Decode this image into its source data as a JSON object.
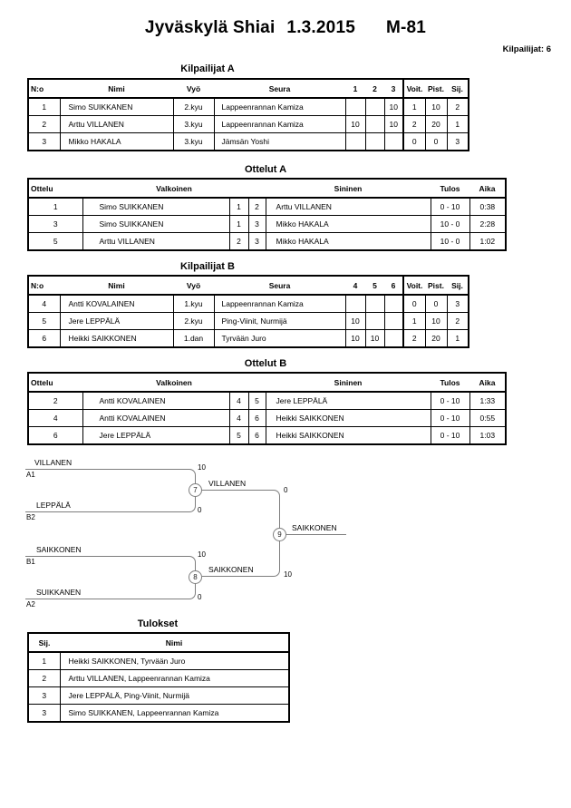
{
  "page": {
    "title_event": "Jyväskylä Shiai",
    "title_date": "1.3.2015",
    "title_category": "M-81",
    "competitors_label": "Kilpailijat: 6"
  },
  "pool_a": {
    "title": "Kilpailijat A",
    "headers": {
      "no": "N:o",
      "name": "Nimi",
      "belt": "Vyö",
      "club": "Seura",
      "r1": "1",
      "r2": "2",
      "r3": "3",
      "wins": "Voit.",
      "points": "Pist.",
      "place": "Sij."
    },
    "rows": [
      {
        "no": "1",
        "name": "Simo SUIKKANEN",
        "belt": "2.kyu",
        "club": "Lappeenrannan Kamiza",
        "r1": "",
        "r2": "",
        "r3": "10",
        "wins": "1",
        "points": "10",
        "place": "2"
      },
      {
        "no": "2",
        "name": "Arttu VILLANEN",
        "belt": "3.kyu",
        "club": "Lappeenrannan Kamiza",
        "r1": "10",
        "r2": "",
        "r3": "10",
        "wins": "2",
        "points": "20",
        "place": "1"
      },
      {
        "no": "3",
        "name": "Mikko HAKALA",
        "belt": "3.kyu",
        "club": "Jämsän Yoshi",
        "r1": "",
        "r2": "",
        "r3": "",
        "wins": "0",
        "points": "0",
        "place": "3"
      }
    ]
  },
  "matches_a": {
    "title": "Ottelut A",
    "headers": {
      "match": "Ottelu",
      "white": "Valkoinen",
      "blue": "Sininen",
      "result": "Tulos",
      "time": "Aika"
    },
    "rows": [
      {
        "match": "1",
        "white": "Simo SUIKKANEN",
        "wno": "1",
        "bno": "2",
        "blue": "Arttu VILLANEN",
        "result": "0 - 10",
        "time": "0:38"
      },
      {
        "match": "3",
        "white": "Simo SUIKKANEN",
        "wno": "1",
        "bno": "3",
        "blue": "Mikko HAKALA",
        "result": "10 - 0",
        "time": "2:28"
      },
      {
        "match": "5",
        "white": "Arttu VILLANEN",
        "wno": "2",
        "bno": "3",
        "blue": "Mikko HAKALA",
        "result": "10 - 0",
        "time": "1:02"
      }
    ]
  },
  "pool_b": {
    "title": "Kilpailijat B",
    "headers": {
      "no": "N:o",
      "name": "Nimi",
      "belt": "Vyö",
      "club": "Seura",
      "r1": "4",
      "r2": "5",
      "r3": "6",
      "wins": "Voit.",
      "points": "Pist.",
      "place": "Sij."
    },
    "rows": [
      {
        "no": "4",
        "name": "Antti KOVALAINEN",
        "belt": "1.kyu",
        "club": "Lappeenrannan Kamiza",
        "r1": "",
        "r2": "",
        "r3": "",
        "wins": "0",
        "points": "0",
        "place": "3"
      },
      {
        "no": "5",
        "name": "Jere LEPPÄLÄ",
        "belt": "2.kyu",
        "club": "Ping-Viinit, Nurmijä",
        "r1": "10",
        "r2": "",
        "r3": "",
        "wins": "1",
        "points": "10",
        "place": "2"
      },
      {
        "no": "6",
        "name": "Heikki SAIKKONEN",
        "belt": "1.dan",
        "club": "Tyrvään Juro",
        "r1": "10",
        "r2": "10",
        "r3": "",
        "wins": "2",
        "points": "20",
        "place": "1"
      }
    ]
  },
  "matches_b": {
    "title": "Ottelut B",
    "headers": {
      "match": "Ottelu",
      "white": "Valkoinen",
      "blue": "Sininen",
      "result": "Tulos",
      "time": "Aika"
    },
    "rows": [
      {
        "match": "2",
        "white": "Antti KOVALAINEN",
        "wno": "4",
        "bno": "5",
        "blue": "Jere LEPPÄLÄ",
        "result": "0 - 10",
        "time": "1:33"
      },
      {
        "match": "4",
        "white": "Antti KOVALAINEN",
        "wno": "4",
        "bno": "6",
        "blue": "Heikki SAIKKONEN",
        "result": "0 - 10",
        "time": "0:55"
      },
      {
        "match": "6",
        "white": "Jere LEPPÄLÄ",
        "wno": "5",
        "bno": "6",
        "blue": "Heikki SAIKKONEN",
        "result": "0 - 10",
        "time": "1:03"
      }
    ]
  },
  "bracket": {
    "semi1": {
      "match_no": "7",
      "top_name": "VILLANEN",
      "top_seed": "A1",
      "top_score": "10",
      "bottom_name": "LEPPÄLÄ",
      "bottom_seed": "B2",
      "bottom_score": "0",
      "winner": "VILLANEN",
      "winner_score": "0"
    },
    "semi2": {
      "match_no": "8",
      "top_name": "SAIKKONEN",
      "top_seed": "B1",
      "top_score": "10",
      "bottom_name": "SUIKKANEN",
      "bottom_seed": "A2",
      "bottom_score": "0",
      "winner": "SAIKKONEN",
      "winner_score": "10"
    },
    "final": {
      "match_no": "9",
      "winner": "SAIKKONEN"
    }
  },
  "results": {
    "title": "Tulokset",
    "headers": {
      "place": "Sij.",
      "name": "Nimi"
    },
    "rows": [
      {
        "place": "1",
        "name": "Heikki SAIKKONEN, Tyrvään Juro"
      },
      {
        "place": "2",
        "name": "Arttu VILLANEN, Lappeenrannan Kamiza"
      },
      {
        "place": "3",
        "name": "Jere LEPPÄLÄ, Ping-Viinit, Nurmijä"
      },
      {
        "place": "3",
        "name": "Simo SUIKKANEN, Lappeenrannan Kamiza"
      }
    ]
  }
}
